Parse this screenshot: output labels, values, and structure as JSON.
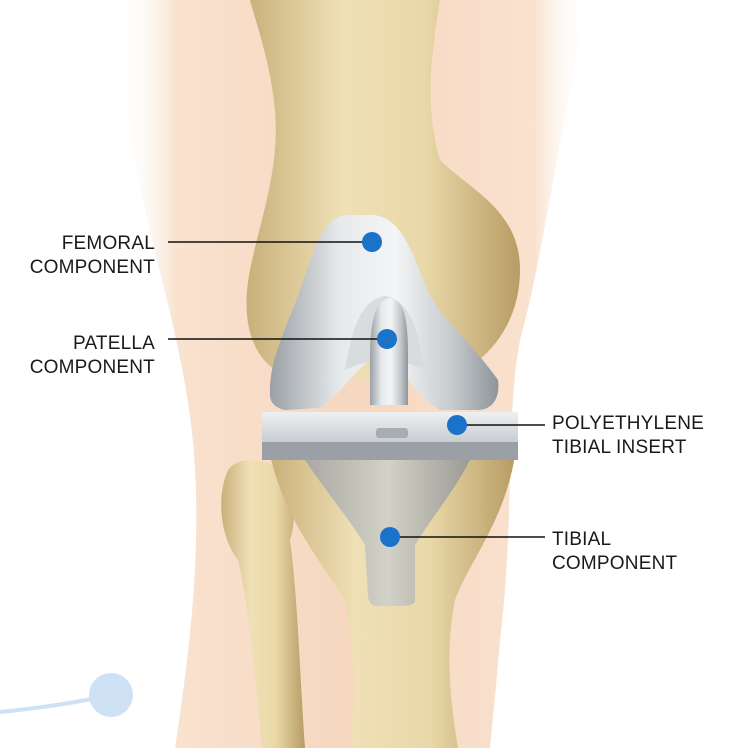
{
  "labels": {
    "femoral": {
      "line1": "FEMORAL",
      "line2": "COMPONENT"
    },
    "patella": {
      "line1": "PATELLA",
      "line2": "COMPONENT"
    },
    "polyethylene": {
      "line1": "POLYETHYLENE",
      "line2": "TIBIAL INSERT"
    },
    "tibial": {
      "line1": "TIBIAL",
      "line2": "COMPONENT"
    }
  },
  "colors": {
    "skin": "#f7dcc6",
    "bone": "#e8d6a6",
    "bone_shadow": "#c9b07a",
    "metal_light": "#e9ecee",
    "metal_mid": "#b9bfc4",
    "metal_dark": "#8d9398",
    "marker": "#1a73c8",
    "leader_line": "#111111",
    "accent_stroke": "#cfe2f5"
  }
}
